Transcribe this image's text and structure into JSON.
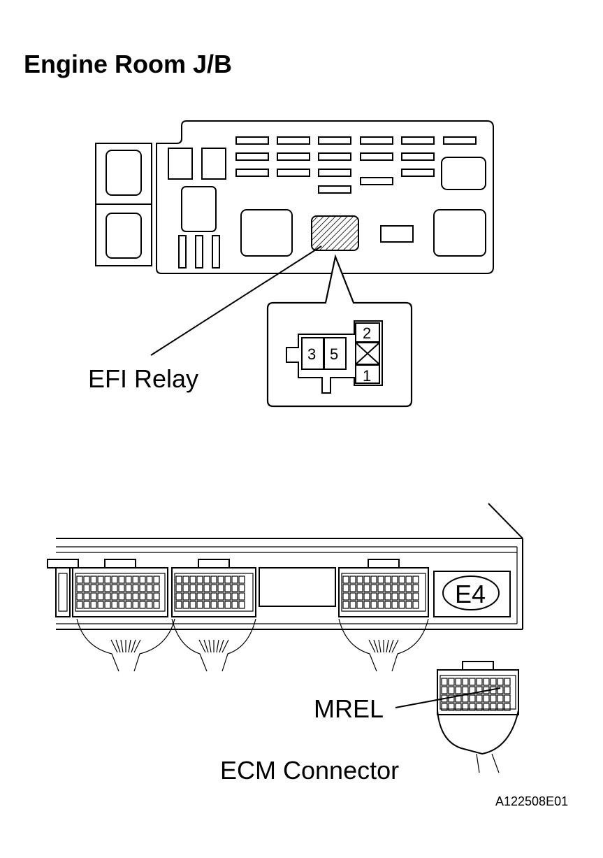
{
  "diagram": {
    "title": "Engine Room J/B",
    "relay_label": "EFI Relay",
    "relay_pins": {
      "p3": "3",
      "p5": "5",
      "p2": "2",
      "p1": "1"
    },
    "connector_code": "E4",
    "terminal_label": "MREL",
    "connector_label": "ECM Connector",
    "figure_id": "A122508E01"
  }
}
